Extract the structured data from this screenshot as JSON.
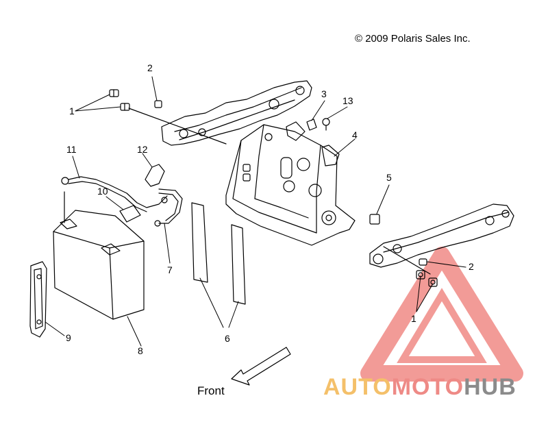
{
  "copyright": "© 2009 Polaris Sales Inc.",
  "callouts": {
    "c1_top": "1",
    "c2_top": "2",
    "c3": "3",
    "c13": "13",
    "c4": "4",
    "c11": "11",
    "c12": "12",
    "c10": "10",
    "c5": "5",
    "c2_right": "2",
    "c1_right": "1",
    "c7": "7",
    "c6": "6",
    "c9": "9",
    "c8": "8"
  },
  "front_label": "Front",
  "watermark": {
    "part_auto": "AUTO",
    "part_moto": "MOTO",
    "part_hub": "HUB",
    "colors": {
      "auto": "#f4c06a",
      "moto": "#ee8a86",
      "hub": "#8b8b8b",
      "triangle": "#f08a86"
    }
  }
}
